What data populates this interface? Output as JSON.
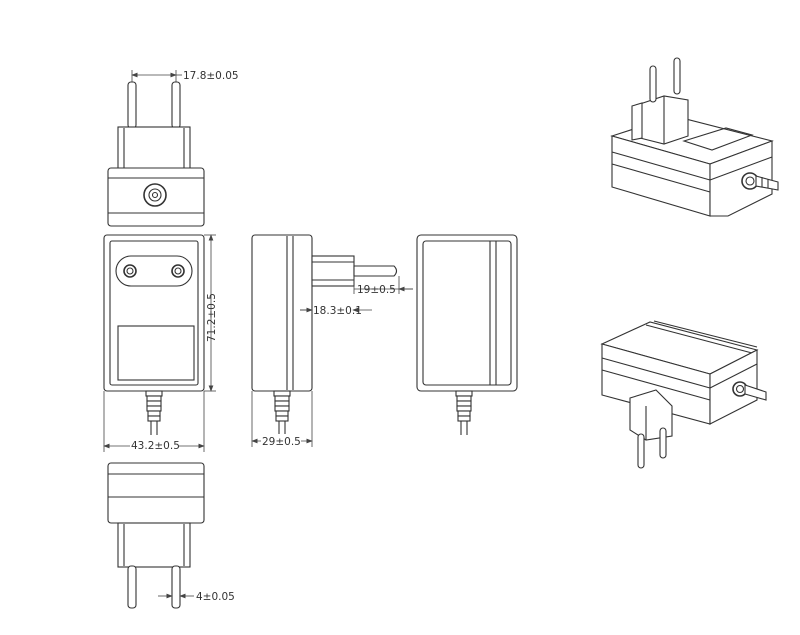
{
  "dimensions": {
    "pin_spacing": "17.8±0.05",
    "height": "71.2±0.5",
    "width": "43.2±0.5",
    "depth": "29±0.5",
    "pin_length": "19±0.5",
    "pin_reach": "18.3±0.1",
    "pin_diameter": "4±0.05"
  },
  "colors": {
    "line": "#333333",
    "background": "#ffffff"
  }
}
